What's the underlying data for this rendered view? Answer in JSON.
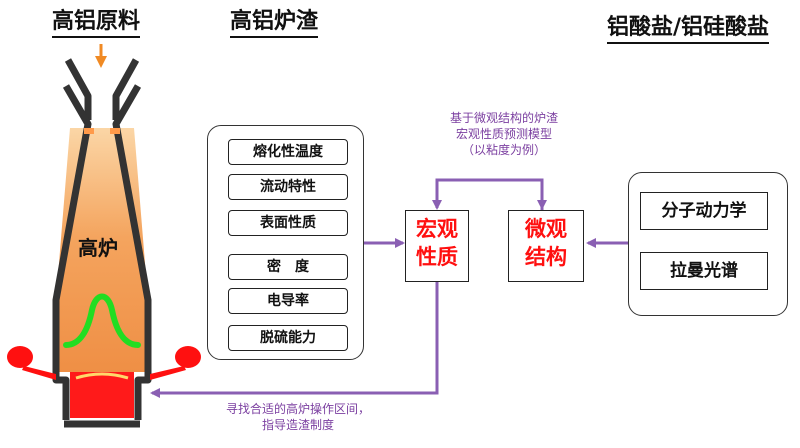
{
  "headings": {
    "raw_material": "高铝原料",
    "slag": "高铝炉渣",
    "silicate": "铝酸盐/铝硅酸盐"
  },
  "furnace": {
    "label": "高炉"
  },
  "properties": [
    "熔化性温度",
    "流动特性",
    "表面性质",
    "密　度",
    "电导率",
    "脱硫能力"
  ],
  "macro_box": {
    "line1": "宏观",
    "line2": "性质"
  },
  "micro_box": {
    "line1": "微观",
    "line2": "结构"
  },
  "methods": [
    "分子动力学",
    "拉曼光谱"
  ],
  "top_note": {
    "line1": "基于微观结构的炉渣",
    "line2": "宏观性质预测模型",
    "line3": "（以粘度为例）"
  },
  "bottom_note": {
    "line1": "寻找合适的高炉操作区间，",
    "line2": "指导造渣制度"
  },
  "colors": {
    "arrow_purple": "#8a5fb3",
    "note_purple": "#7b3fa0",
    "furnace_orange": "#f3a15c",
    "hot_red": "#ff1010",
    "cohesive_green": "#22dd22",
    "feed_arrow": "#f08a24"
  }
}
